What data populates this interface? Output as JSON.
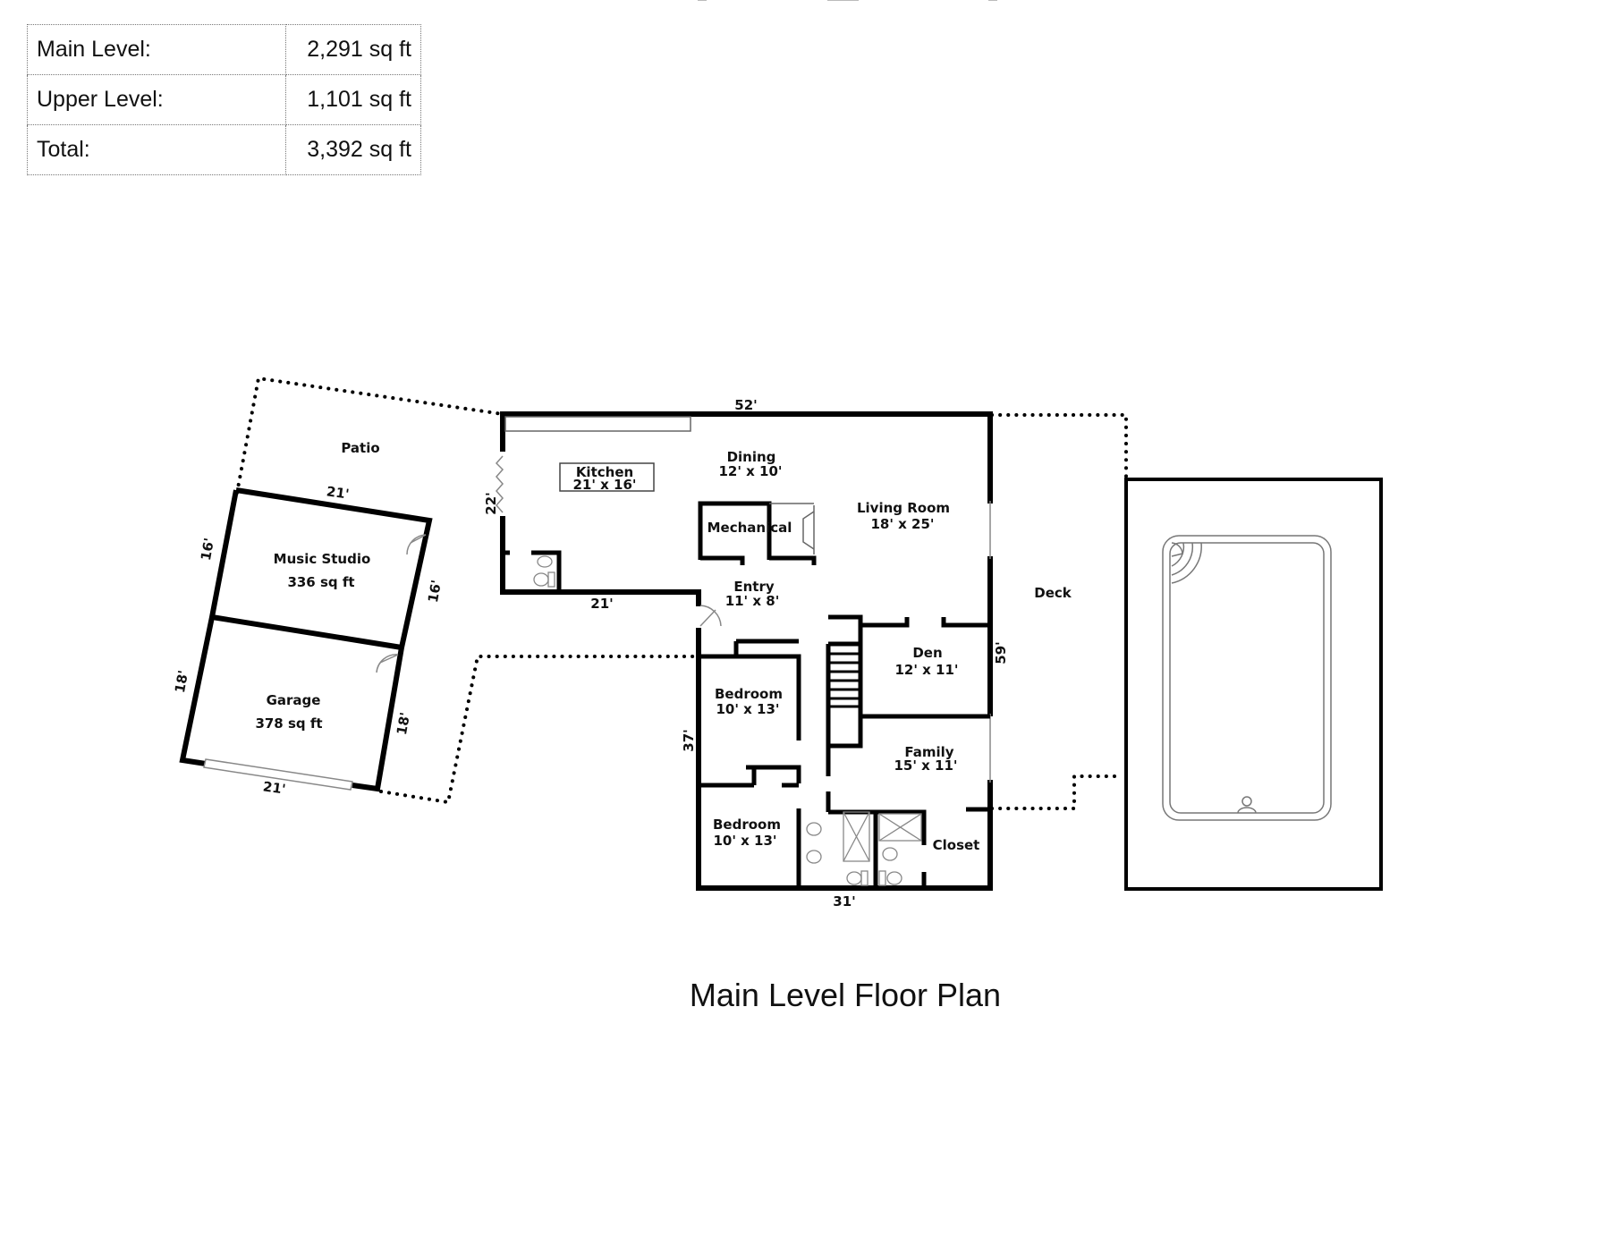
{
  "area_table": {
    "rows": [
      {
        "label": "Main Level:",
        "value": "2,291 sq ft"
      },
      {
        "label": "Upper Level:",
        "value": "1,101 sq ft"
      },
      {
        "label": "Total:",
        "value": "3,392 sq ft"
      }
    ]
  },
  "plan_title": "Main Level Floor Plan",
  "rooms": {
    "patio": {
      "name": "Patio"
    },
    "music_studio": {
      "name": "Music Studio",
      "size": "336 sq ft"
    },
    "garage": {
      "name": "Garage",
      "size": "378 sq ft"
    },
    "kitchen": {
      "name": "Kitchen",
      "size": "21' x 16'"
    },
    "dining": {
      "name": "Dining",
      "size": "12' x 10'"
    },
    "mechanical": {
      "name": "Mechanical"
    },
    "living_room": {
      "name": "Living Room",
      "size": "18' x 25'"
    },
    "entry": {
      "name": "Entry",
      "size": "11' x 8'"
    },
    "deck": {
      "name": "Deck"
    },
    "den": {
      "name": "Den",
      "size": "12' x 11'"
    },
    "bedroom_1": {
      "name": "Bedroom",
      "size": "10' x 13'"
    },
    "bedroom_2": {
      "name": "Bedroom",
      "size": "10' x 13'"
    },
    "family": {
      "name": "Family",
      "size": "15' x 11'"
    },
    "closet": {
      "name": "Closet"
    }
  },
  "dimensions": {
    "house_top": "52'",
    "house_left_upper": "22'",
    "kitchen_bottom": "21'",
    "house_right": "59'",
    "house_left_lower": "37'",
    "house_bottom": "31'",
    "studio_top": "21'",
    "studio_left": "16'",
    "studio_right": "16'",
    "garage_left": "18'",
    "garage_right": "18'",
    "garage_bottom": "21'"
  },
  "colors": {
    "wall": "#000000",
    "fixture": "#888888",
    "background": "#ffffff"
  }
}
